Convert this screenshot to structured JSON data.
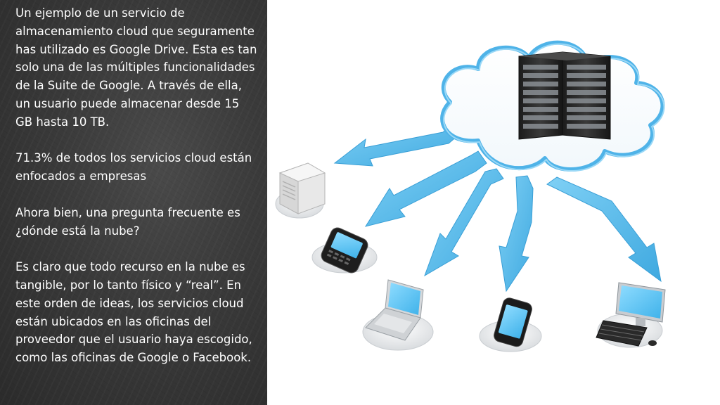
{
  "slide": {
    "paragraphs": [
      "Un ejemplo de un servicio de almacenamiento cloud que seguramente has utilizado es Google Drive. Esta es tan solo una de las múltiples funcionalidades de la Suite de Google. A través de ella, un usuario puede almacenar desde 15 GB hasta 10 TB.",
      "71.3% de todos los servicios cloud están enfocados a empresas",
      "Ahora bien, una pregunta frecuente es ¿dónde está la nube?",
      "Es claro que todo recurso en la nube es tangible, por lo tanto físico y “real”. En este orden de ideas, los servicios cloud están ubicados en las oficinas del proveedor que el usuario haya escogido, como las oficinas de Google o Facebook."
    ]
  },
  "diagram": {
    "icons": [
      "cloud-icon",
      "server-rack-icon",
      "tower-server-icon",
      "blackberry-phone-icon",
      "laptop-icon",
      "smartphone-icon",
      "desktop-computer-icon"
    ],
    "colors": {
      "cloud_outline": "#4fb3e8",
      "arrow": "#56b9ea",
      "screen": "#5cc3f2",
      "background_left": "#3a3a3a"
    }
  }
}
